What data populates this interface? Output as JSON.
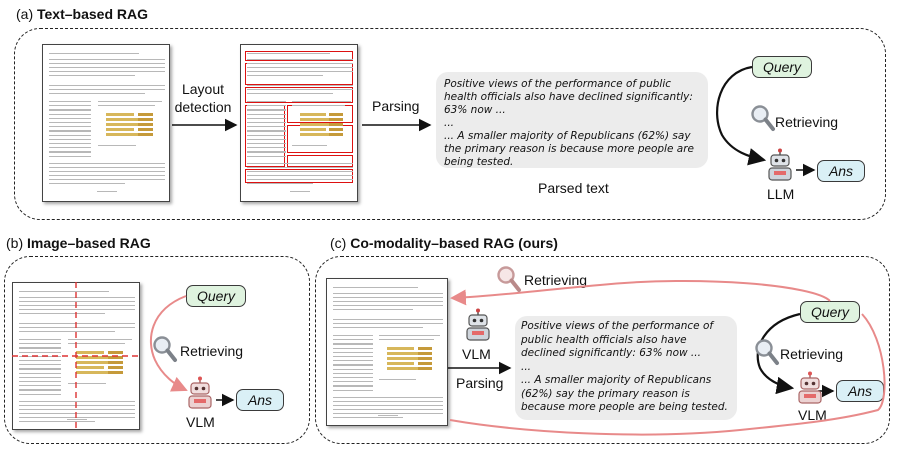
{
  "sections": {
    "a": {
      "prefix": "(a) ",
      "title": "Text–based RAG"
    },
    "b": {
      "prefix": "(b) ",
      "title": "Image–based RAG"
    },
    "c": {
      "prefix": "(c) ",
      "title": "Co-modality–based RAG (ours)"
    }
  },
  "panel_a": {
    "layout_detection": "Layout\ndetection",
    "parsing": "Parsing",
    "parsed_text": {
      "line1": "Positive views of the performance of public health officials also have declined significantly: 63% now ...",
      "ellipsis": "...",
      "line2": "... A smaller majority of Republicans (62%) say the primary reason is because more people are being tested."
    },
    "parsed_text_caption": "Parsed text",
    "query": "Query",
    "retrieving": "Retrieving",
    "model": "LLM",
    "ans": "Ans"
  },
  "panel_b": {
    "query": "Query",
    "retrieving": "Retrieving",
    "model": "VLM",
    "ans": "Ans"
  },
  "panel_c": {
    "retrieving_top": "Retrieving",
    "model_left": "VLM",
    "parsing": "Parsing",
    "parsed_text": {
      "line1": "Positive views of the performance of public health officials also have declined significantly: 63% now ...",
      "ellipsis": "...",
      "line2": "... A smaller majority of Republicans (62%) say the primary reason is because more people are being tested."
    },
    "query": "Query",
    "retrieving": "Retrieving",
    "model_right": "VLM",
    "ans": "Ans"
  },
  "icons": [
    "magnifier-icon",
    "robot-icon",
    "document-page-icon"
  ],
  "colors": {
    "accent_red": "#e88a8a",
    "query_green": "#dff3df",
    "ans_blue": "#daf0f6",
    "bubble_gray": "#ececec"
  }
}
